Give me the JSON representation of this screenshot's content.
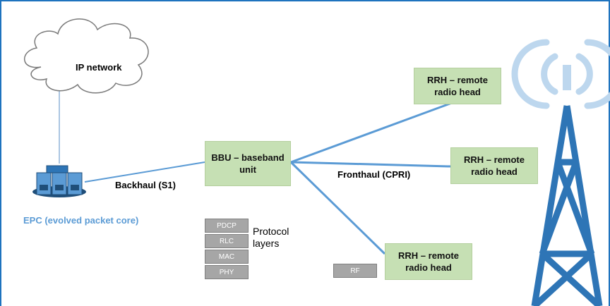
{
  "cloud": {
    "label": "IP network"
  },
  "epc": {
    "label": "EPC (evolved packet core)",
    "icon": "server-cluster-icon",
    "label_color": "#5b9bd5"
  },
  "links": {
    "backhaul": "Backhaul (S1)",
    "fronthaul": "Fronthaul (CPRI)"
  },
  "bbu": {
    "label": "BBU – baseband\nunit"
  },
  "rrh": [
    {
      "label": "RRH – remote\nradio head"
    },
    {
      "label": "RRH – remote\nradio head"
    },
    {
      "label": "RRH – remote\nradio head"
    }
  ],
  "protocol": {
    "title": "Protocol\nlayers",
    "layers": [
      "PDCP",
      "RLC",
      "MAC",
      "PHY"
    ]
  },
  "rf": {
    "label": "RF"
  },
  "tower": {
    "icon": "cell-tower-icon"
  },
  "colors": {
    "link": "#5b9bd5",
    "box_fill": "#c6e0b4",
    "layer_fill": "#a6a6a6",
    "tower_blue": "#2e75b6",
    "signal_light": "#bdd7ee",
    "frame_border": "#1e73be"
  }
}
